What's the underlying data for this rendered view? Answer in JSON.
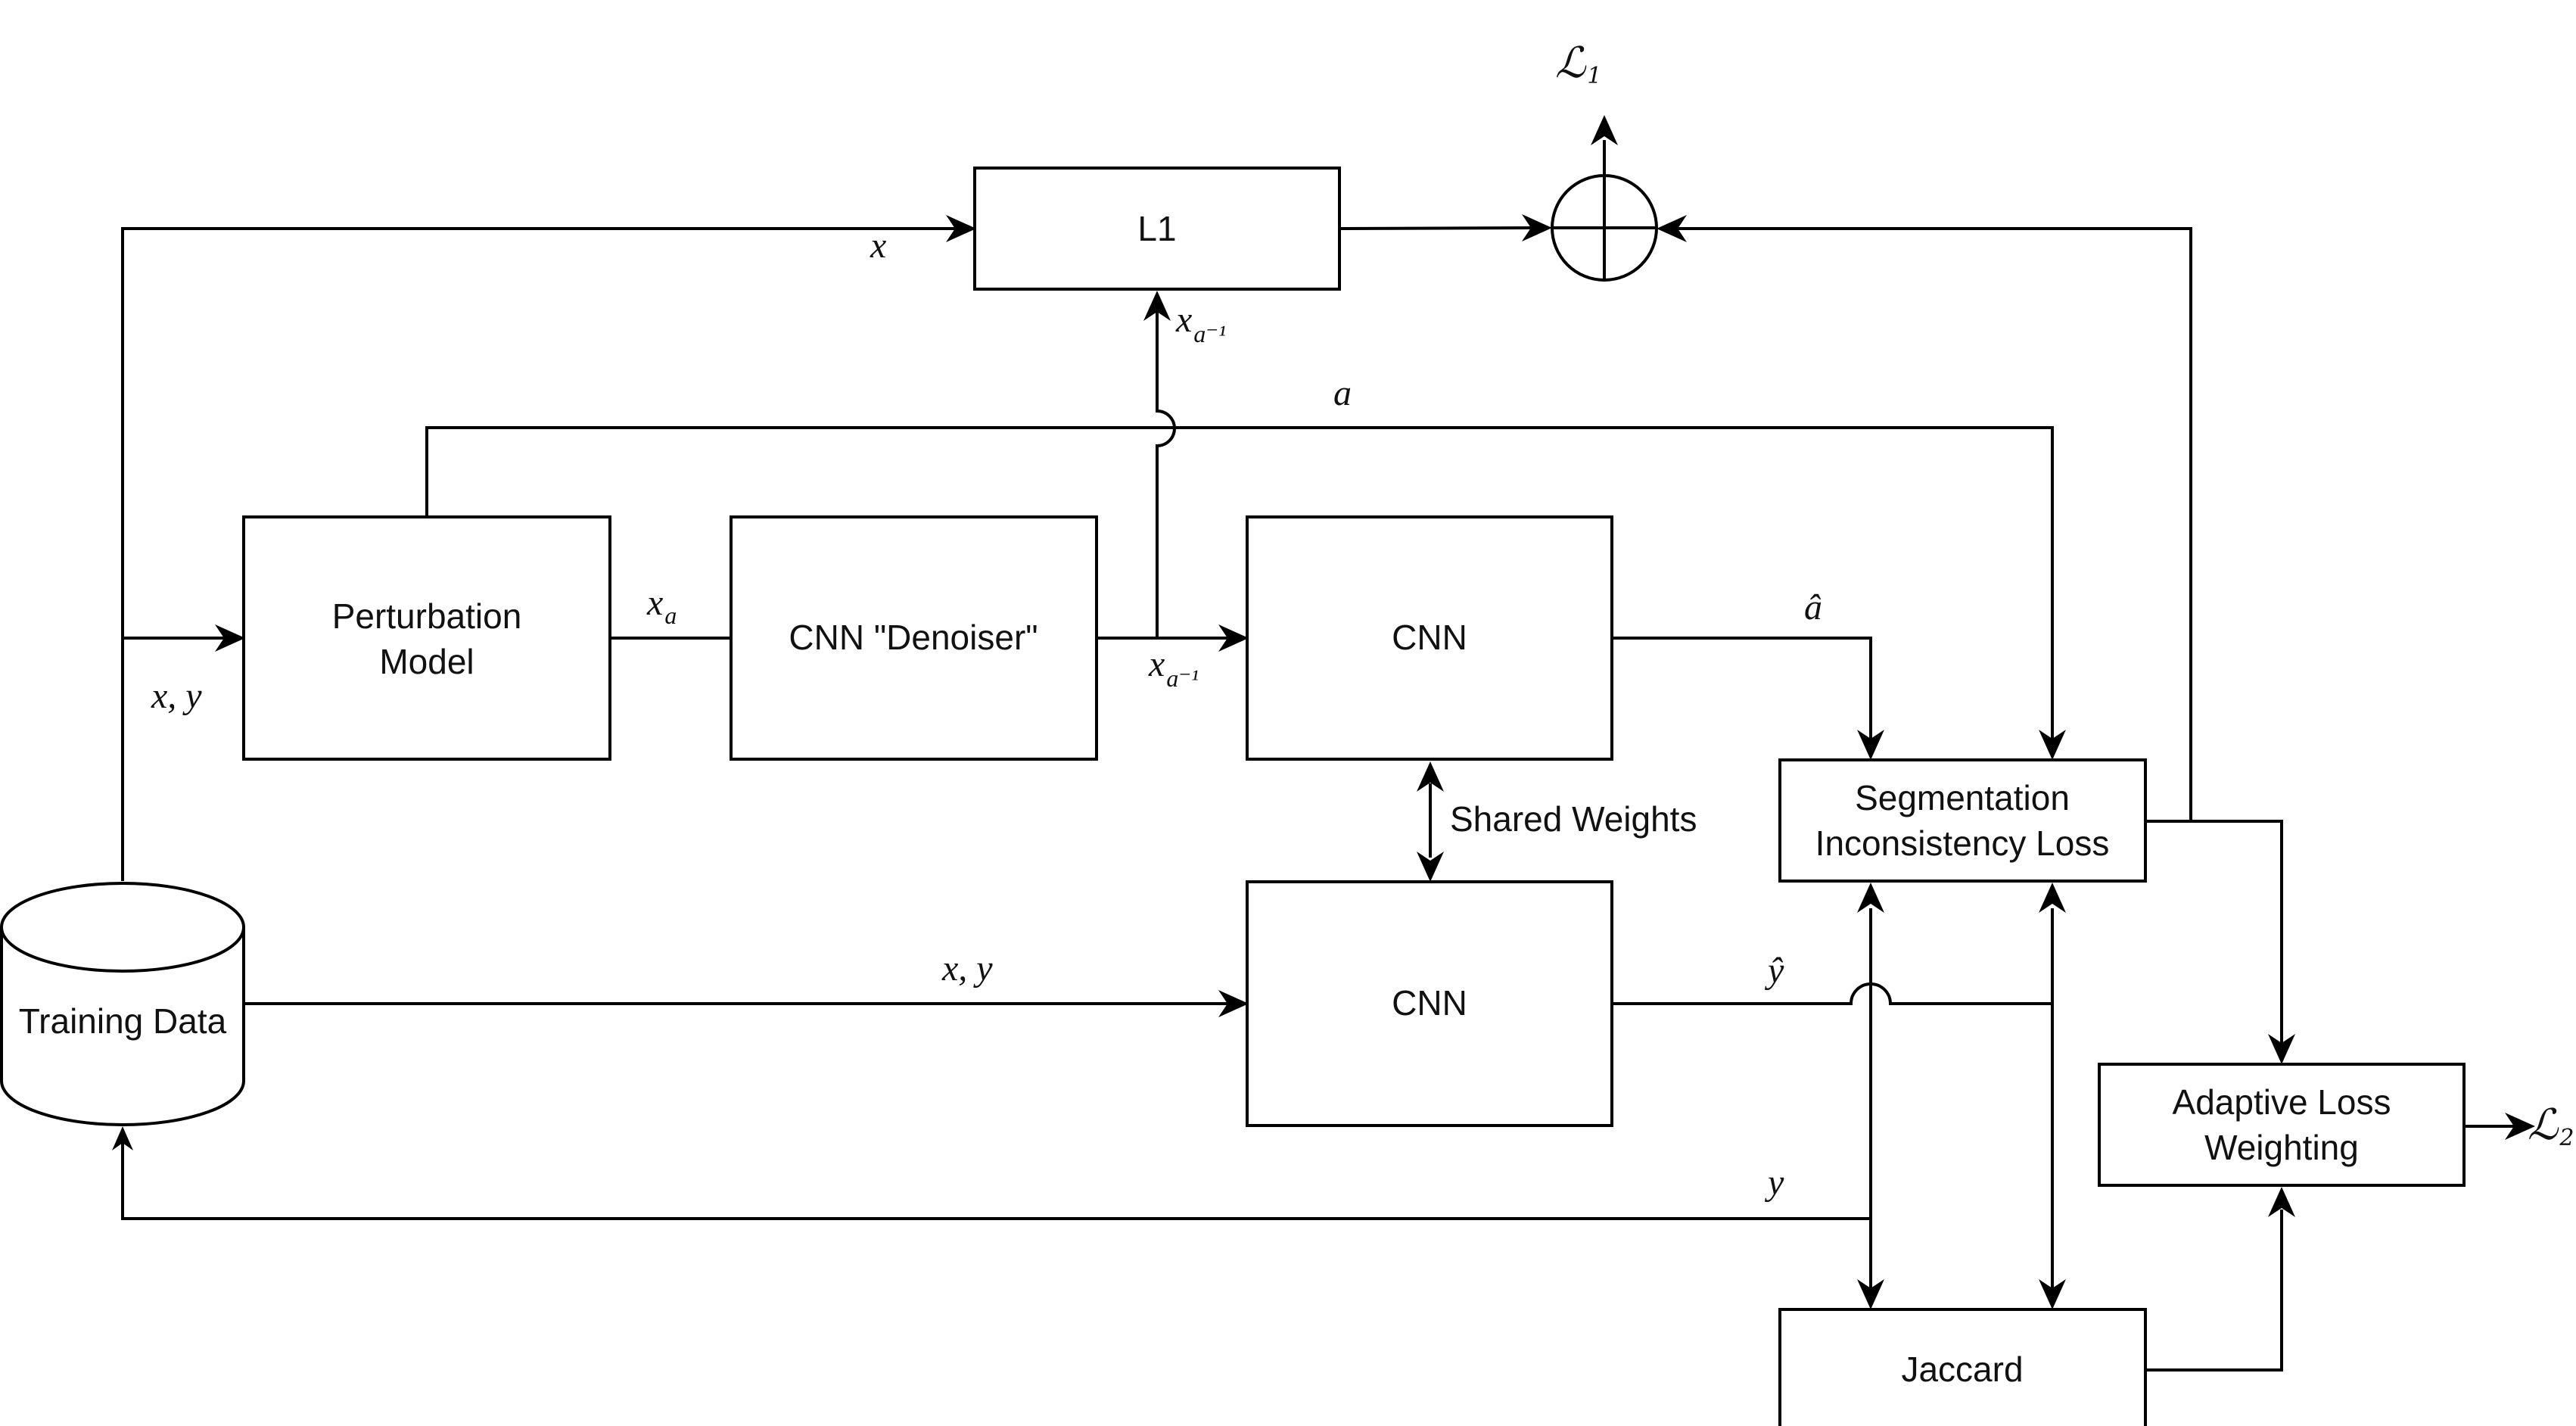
{
  "nodes": {
    "l1": "L1",
    "perturbation_line1": "Perturbation",
    "perturbation_line2": "Model",
    "denoiser": "CNN \"Denoiser\"",
    "cnn_top": "CNN",
    "cnn_bottom": "CNN",
    "seg_loss_line1": "Segmentation",
    "seg_loss_line2": "Inconsistency Loss",
    "adaptive_line1": "Adaptive Loss",
    "adaptive_line2": "Weighting",
    "jaccard": "Jaccard",
    "training_data": "Training Data"
  },
  "labels": {
    "shared_weights": "Shared Weights",
    "x": "x",
    "x_y": "x, y",
    "x_a": "x",
    "x_a_sub": "a",
    "x_ainv": "x",
    "x_ainv_sub": "a⁻¹",
    "a": "a",
    "a_hat": "â",
    "y_hat": "ŷ",
    "y": "y",
    "loss1": "ℒ",
    "loss1_sub": "1",
    "loss2": "ℒ",
    "loss2_sub": "2"
  },
  "colors": {
    "stroke": "#000000",
    "fill": "#ffffff",
    "text": "#111111"
  }
}
